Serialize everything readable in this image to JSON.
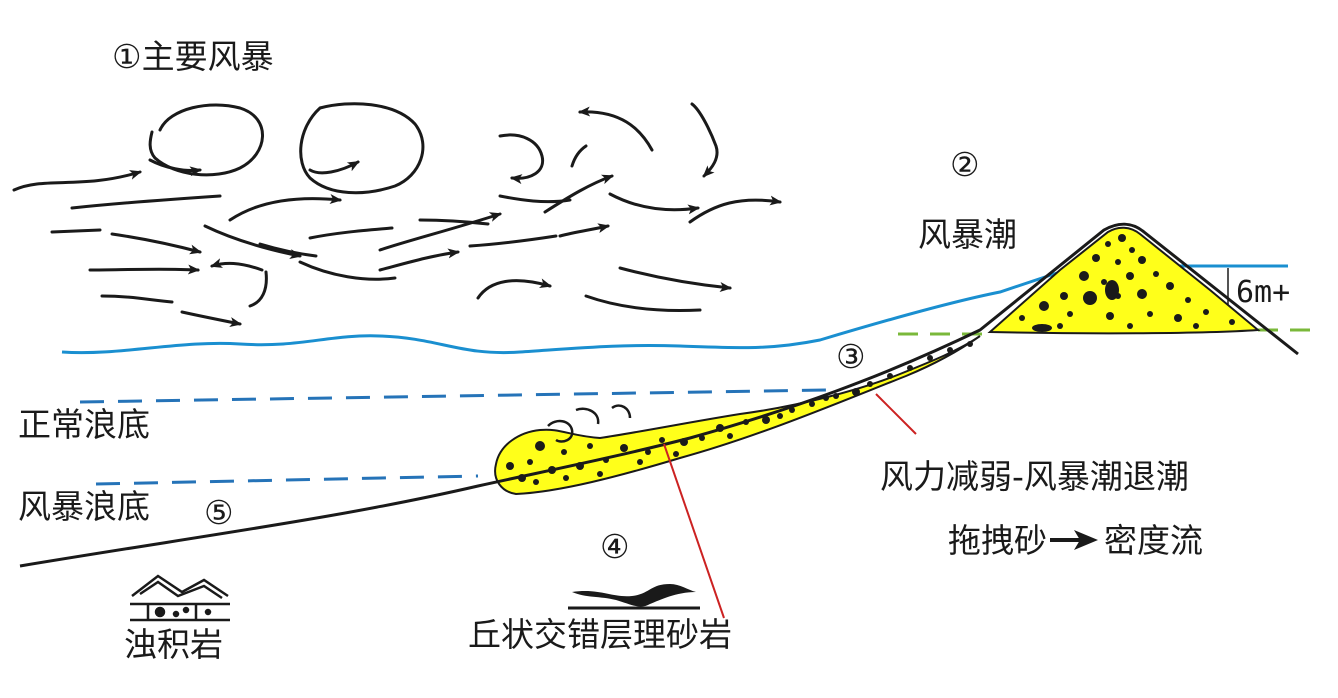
{
  "labels": {
    "main_storm": "①主要风暴",
    "storm_surge_num": "②",
    "storm_surge": "风暴潮",
    "surge_height": "6m+",
    "num3": "③",
    "wind_weaken": "风力减弱-风暴潮退潮",
    "drag_sand": "拖拽砂",
    "density_flow": "密度流",
    "normal_wave_base": "正常浪底",
    "storm_wave_base": "风暴浪底",
    "num5": "⑤",
    "num4": "④",
    "hcs": "丘状交错层理砂岩",
    "turbidite": "浊积岩"
  },
  "colors": {
    "sand_fill": "#ffff1a",
    "water_line": "#1a8fd0",
    "wave_base_dash": "#2573b8",
    "storm_tide_dash": "#7ab83a",
    "pointer_line": "#cc2222",
    "ink": "#1a1a1a"
  }
}
